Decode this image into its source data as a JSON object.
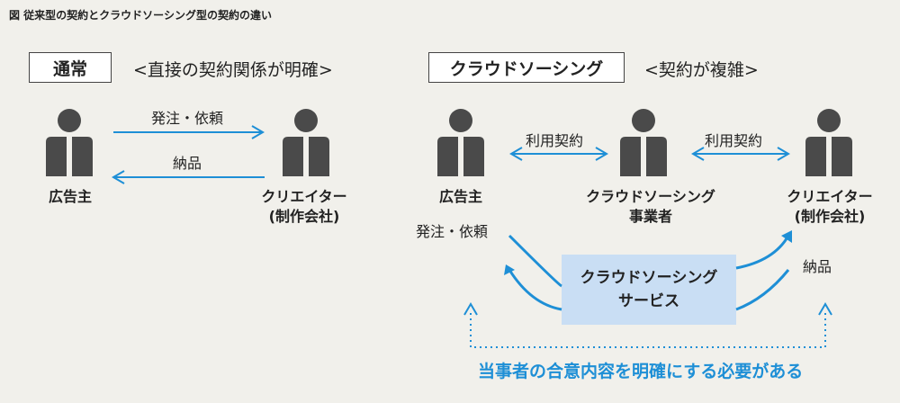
{
  "figure_title": "図 従来型の契約とクラウドソーシング型の契約の違い",
  "left": {
    "box_label": "通常",
    "heading": "<直接の契約関係が明確>",
    "advertiser": "広告主",
    "creator_line1": "クリエイター",
    "creator_line2": "(制作会社)",
    "arrow_top_label": "発注・依頼",
    "arrow_bottom_label": "納品"
  },
  "right": {
    "box_label": "クラウドソーシング",
    "heading": "<契約が複雑>",
    "advertiser": "広告主",
    "platform_line1": "クラウドソーシング",
    "platform_line2": "事業者",
    "creator_line1": "クリエイター",
    "creator_line2": "(制作会社)",
    "contract_label_1": "利用契約",
    "contract_label_2": "利用契約",
    "order_label": "発注・依頼",
    "delivery_label": "納品",
    "service_line1": "クラウドソーシング",
    "service_line2": "サービス",
    "note": "当事者の合意内容を明確にする必要がある"
  },
  "colors": {
    "arrow_blue": "#1e8fd6",
    "person_gray": "#4a4a4a",
    "service_bg": "#c9def4",
    "background": "#f1f0eb"
  }
}
